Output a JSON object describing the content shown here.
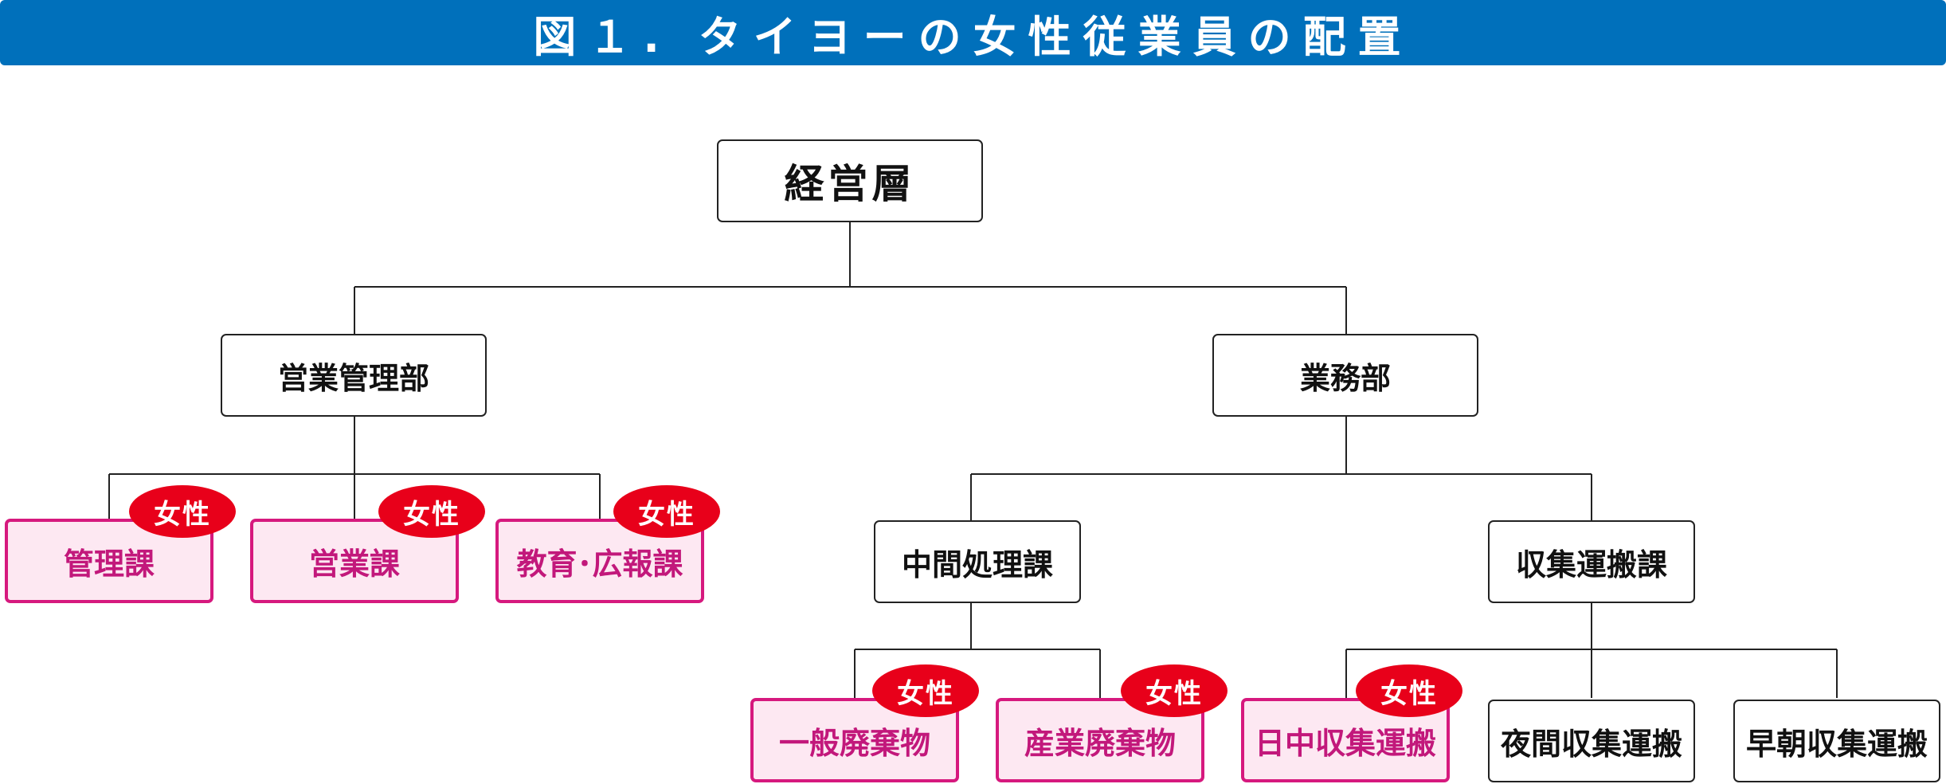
{
  "title": "図１. タイヨーの女性従業員の配置",
  "colors": {
    "title_bar": "#0070bb",
    "female_border": "#d6197e",
    "female_fill": "#fde8f2",
    "female_text": "#c2187b",
    "badge": "#e8001a"
  },
  "badge_label": "女性",
  "nodes": {
    "top": "経営層",
    "sales_mgmt": "営業管理部",
    "operations": "業務部",
    "kanri": "管理課",
    "eigyo": "営業課",
    "kyoiku": "教育･広報課",
    "chukan": "中間処理課",
    "shushu": "収集運搬課",
    "ippan": "一般廃棄物",
    "sangyo": "産業廃棄物",
    "nitchu": "日中収集運搬",
    "yakan": "夜間収集運搬",
    "socho": "早朝収集運搬"
  }
}
